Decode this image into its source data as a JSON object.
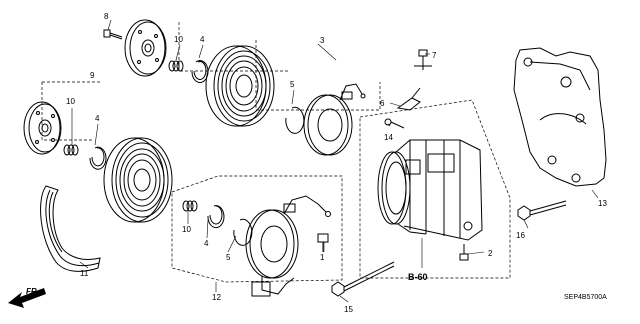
{
  "diagram": {
    "callouts": {
      "c1": "1",
      "c2": "2",
      "c3": "3",
      "c4a": "4",
      "c4b": "4",
      "c4c": "4",
      "c5a": "5",
      "c5b": "5",
      "c6": "6",
      "c7": "7",
      "c8": "8",
      "c9": "9",
      "c10a": "10",
      "c10b": "10",
      "c10c": "10",
      "c11": "11",
      "c12": "12",
      "c13": "13",
      "c14": "14",
      "c15": "15",
      "c16": "16"
    },
    "reference": "B-60",
    "direction_label": "FR.",
    "part_code": "SEP4B5700A"
  }
}
